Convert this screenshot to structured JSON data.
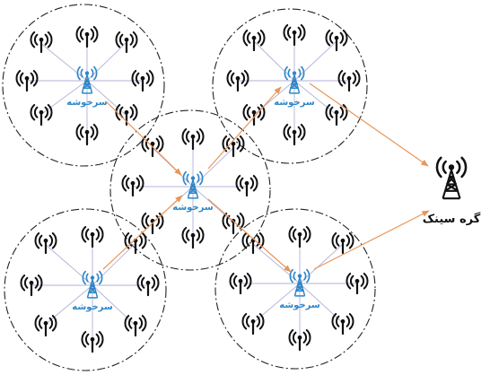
{
  "clusters": [
    {
      "id": "c1",
      "head_label": "سرخوشه"
    },
    {
      "id": "c2",
      "head_label": "سرخوشه"
    },
    {
      "id": "c3",
      "head_label": "سرخوشه"
    },
    {
      "id": "c4",
      "head_label": "سرخوشه"
    },
    {
      "id": "c5",
      "head_label": "سرخوشه"
    }
  ],
  "sink": {
    "label": "گره سینک",
    "icon": "sink-tower-icon"
  },
  "node_icon": "sensor-node-antenna-icon",
  "head_icon": "cluster-head-tower-icon",
  "colors": {
    "head": "#2f86c8",
    "arrow": "#e8965a",
    "link": "#b3b3d9",
    "node": "#111111",
    "circle": "#222222"
  }
}
